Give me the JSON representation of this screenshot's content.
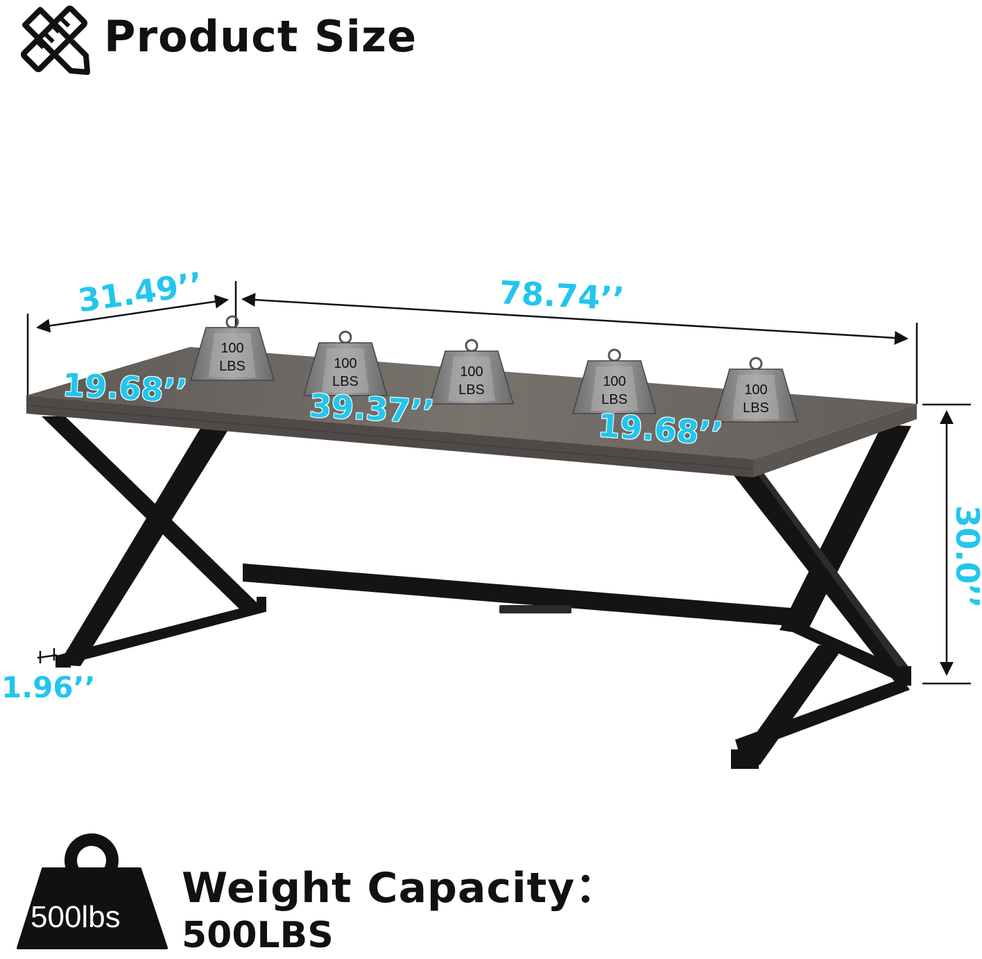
{
  "header": {
    "title": "Product Size",
    "icon": "ruler-pencil-icon"
  },
  "dimensions": {
    "depth": "31.49’’",
    "length": "78.74’’",
    "left_section": "19.68’’",
    "middle_section": "39.37’’",
    "right_section": "19.68’’",
    "height": "30.0’’",
    "leg_width": "1.96’’"
  },
  "weights": [
    {
      "line1": "100",
      "line2": "LBS"
    },
    {
      "line1": "100",
      "line2": "LBS"
    },
    {
      "line1": "100",
      "line2": "LBS"
    },
    {
      "line1": "100",
      "line2": "LBS"
    },
    {
      "line1": "100",
      "line2": "LBS"
    }
  ],
  "capacity": {
    "label": "Weight Capacity：",
    "value": "500LBS",
    "badge": "500lbs",
    "icon": "weight-icon"
  },
  "colors": {
    "dimension": "#22c6ec",
    "tabletop": "#6f6a66",
    "frame": "#141414",
    "weight": "#8a8a8a"
  }
}
